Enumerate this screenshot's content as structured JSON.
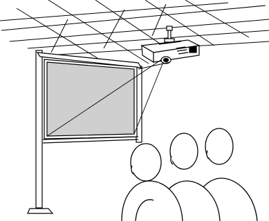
{
  "colors": {
    "line": "#000000",
    "screen_fill": "#cfcfcf",
    "background": "#ffffff"
  },
  "illustration": {
    "subject": "ceiling-mounted-projector-front-projection",
    "elements": [
      "ceiling-grid",
      "ceiling-mount-pole",
      "projector",
      "projector-lens",
      "projection-screen",
      "screen-stand",
      "projection-beam",
      "audience"
    ],
    "audience_count": 3
  }
}
